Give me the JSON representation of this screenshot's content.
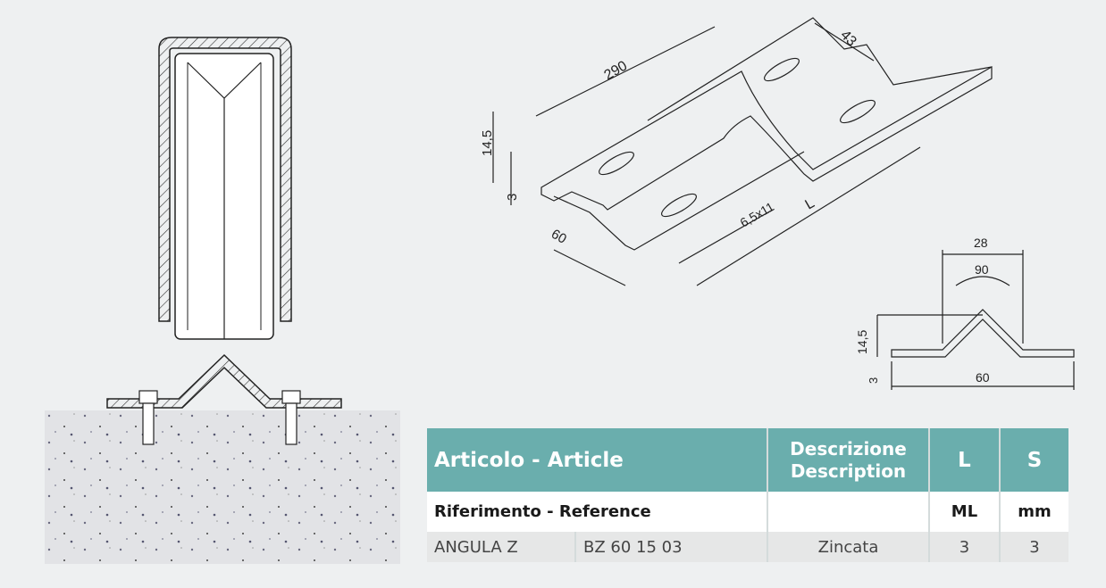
{
  "drawing": {
    "iso_dims": {
      "length_290": "290",
      "width_43": "43",
      "height_14_5": "14,5",
      "thickness_3": "3",
      "width_60": "60",
      "slot_6_5x11": "6,5x11",
      "length_L": "L"
    },
    "section_dims": {
      "top_28": "28",
      "angle_90": "90",
      "height_14_5": "14,5",
      "thickness_3": "3",
      "width_60": "60"
    }
  },
  "table": {
    "header": {
      "article": "Articolo - Article",
      "description": "Descrizione\nDescription",
      "l": "L",
      "s": "S"
    },
    "subheader": {
      "reference": "Riferimento - Reference",
      "description": "",
      "l_unit": "ML",
      "s_unit": "mm"
    },
    "rows": [
      {
        "name": "ANGULA Z",
        "code": "BZ 60 15 03",
        "description": "Zincata",
        "l": "3",
        "s": "3"
      }
    ]
  },
  "colors": {
    "header_teal": "#6aaead",
    "row_gray": "#e6e7e7"
  }
}
